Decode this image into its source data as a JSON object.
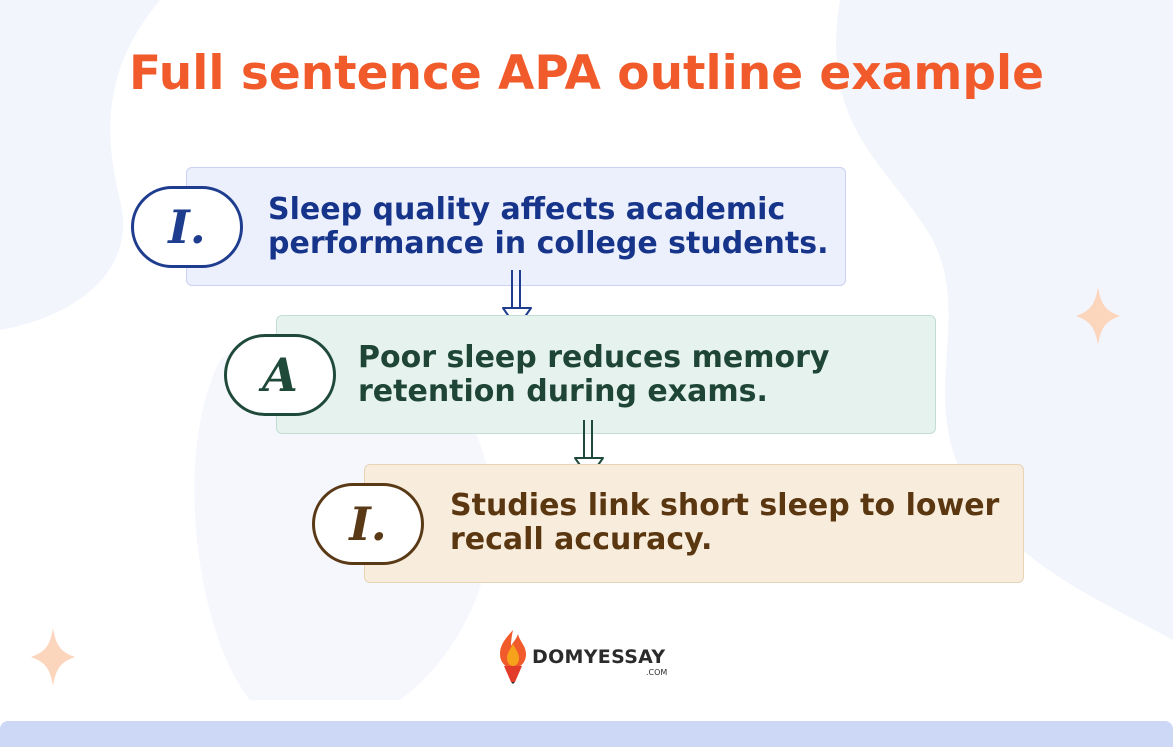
{
  "title": "Full sentence APA outline example",
  "outline": [
    {
      "marker": "I.",
      "text": "Sleep quality affects academic performance in college students."
    },
    {
      "marker": "A",
      "text": "Poor sleep reduces memory retention during exams."
    },
    {
      "marker": "I.",
      "text": "Studies link short sleep to lower recall accuracy."
    }
  ],
  "logo": {
    "name": "DOMYESSAY",
    "tld": ".COM"
  },
  "colors": {
    "title": "#f15a2a",
    "level1": "#16348a",
    "level2": "#1e4536",
    "level3": "#5a3710",
    "sparkle": "#fcd5bd",
    "bottom_bar": "#cdd8f7"
  },
  "icons": [
    "down-arrow-icon",
    "sparkle-icon",
    "flame-logo-icon"
  ]
}
